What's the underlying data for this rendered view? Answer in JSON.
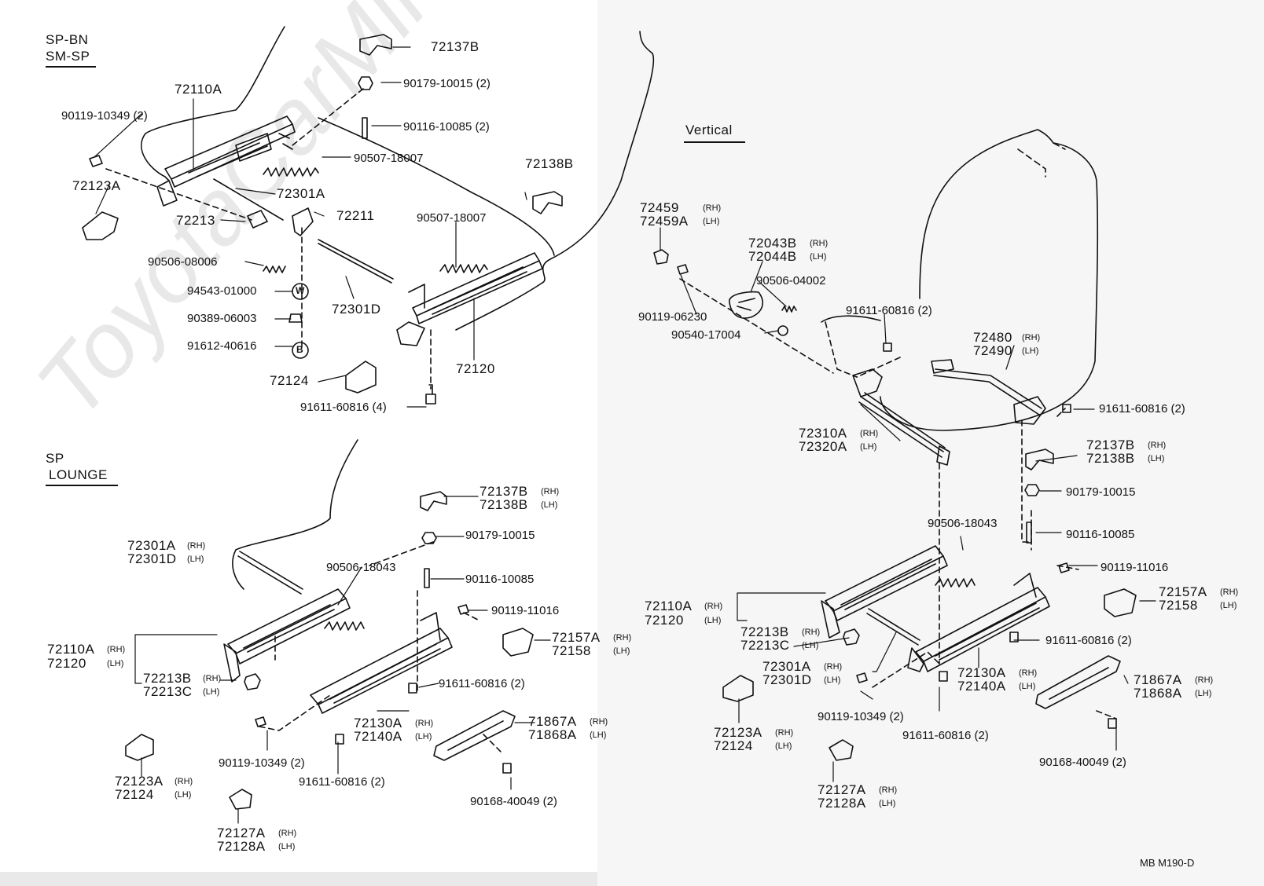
{
  "watermark": "ToyotaCarMine.ru",
  "sections": {
    "sp_bn": "SP-BN",
    "sm_sp": "SM-SP",
    "sp": "SP",
    "lounge": "LOUNGE",
    "vertical": "Vertical"
  },
  "footer_code": "MB  M190-D",
  "side_marks": {
    "rh": "(RH)",
    "lh": "(LH)"
  },
  "top_left_labels": {
    "p72137B": "72137B",
    "p90179_10015": "90179-10015 (2)",
    "p72110A": "72110A",
    "p90119_10349": "90119-10349 (2)",
    "p90116_10085": "90116-10085 (2)",
    "p90507_18007a": "90507-18007",
    "p72138B": "72138B",
    "p72123A": "72123A",
    "p72301A": "72301A",
    "p72213": "72213",
    "p72211": "72211",
    "p90507_18007b": "90507-18007",
    "p90506_08006": "90506-08006",
    "p94543_01000": "94543-01000",
    "p90389_06003": "90389-06003",
    "p91612_40616": "91612-40616",
    "p72301D": "72301D",
    "p72124": "72124",
    "p72120": "72120",
    "p91611_60816_4": "91611-60816 (4)",
    "circle_w": "W",
    "circle_b": "B"
  },
  "bottom_left_labels": {
    "p72137B": "72137B",
    "p72138B": "72138B",
    "p90179_10015": "90179-10015",
    "p72301A": "72301A",
    "p72301D": "72301D",
    "p90506_18043": "90506-18043",
    "p90116_10085": "90116-10085",
    "p90119_11016": "90119-11016",
    "p72110A": "72110A",
    "p72120": "72120",
    "p72157A": "72157A",
    "p72158": "72158",
    "p72213B": "72213B",
    "p72213C": "72213C",
    "p91611_60816_2": "91611-60816 (2)",
    "p72130A": "72130A",
    "p72140A": "72140A",
    "p71867A": "71867A",
    "p71868A": "71868A",
    "p90119_10349": "90119-10349 (2)",
    "p91611_60816_2b": "91611-60816 (2)",
    "p72123A": "72123A",
    "p72124": "72124",
    "p90168_40049": "90168-40049 (2)",
    "p72127A": "72127A",
    "p72128A": "72128A"
  },
  "right_labels": {
    "p72459": "72459",
    "p72459A": "72459A",
    "p72043B": "72043B",
    "p72044B": "72044B",
    "p90506_04002": "90506-04002",
    "p90119_06230": "90119-06230",
    "p91611_60816_top": "91611-60816 (2)",
    "p90540_17004": "90540-17004",
    "p72480": "72480",
    "p72490": "72490",
    "p91611_60816_r": "91611-60816 (2)",
    "p72310A": "72310A",
    "p72320A": "72320A",
    "p72137B": "72137B",
    "p72138B": "72138B",
    "p90179_10015": "90179-10015",
    "p90506_18043": "90506-18043",
    "p90116_10085": "90116-10085",
    "p90119_11016": "90119-11016",
    "p72110A": "72110A",
    "p72120": "72120",
    "p72157A": "72157A",
    "p72158": "72158",
    "p72213B": "72213B",
    "p72213C": "72213C",
    "p91611_60816_mid": "91611-60816 (2)",
    "p72301A": "72301A",
    "p72301D": "72301D",
    "p72130A": "72130A",
    "p72140A": "72140A",
    "p71867A": "71867A",
    "p71868A": "71868A",
    "p72123A": "72123A",
    "p72124": "72124",
    "p90119_10349": "90119-10349 (2)",
    "p91611_60816_bot": "91611-60816 (2)",
    "p90168_40049": "90168-40049 (2)",
    "p72127A": "72127A",
    "p72128A": "72128A"
  }
}
